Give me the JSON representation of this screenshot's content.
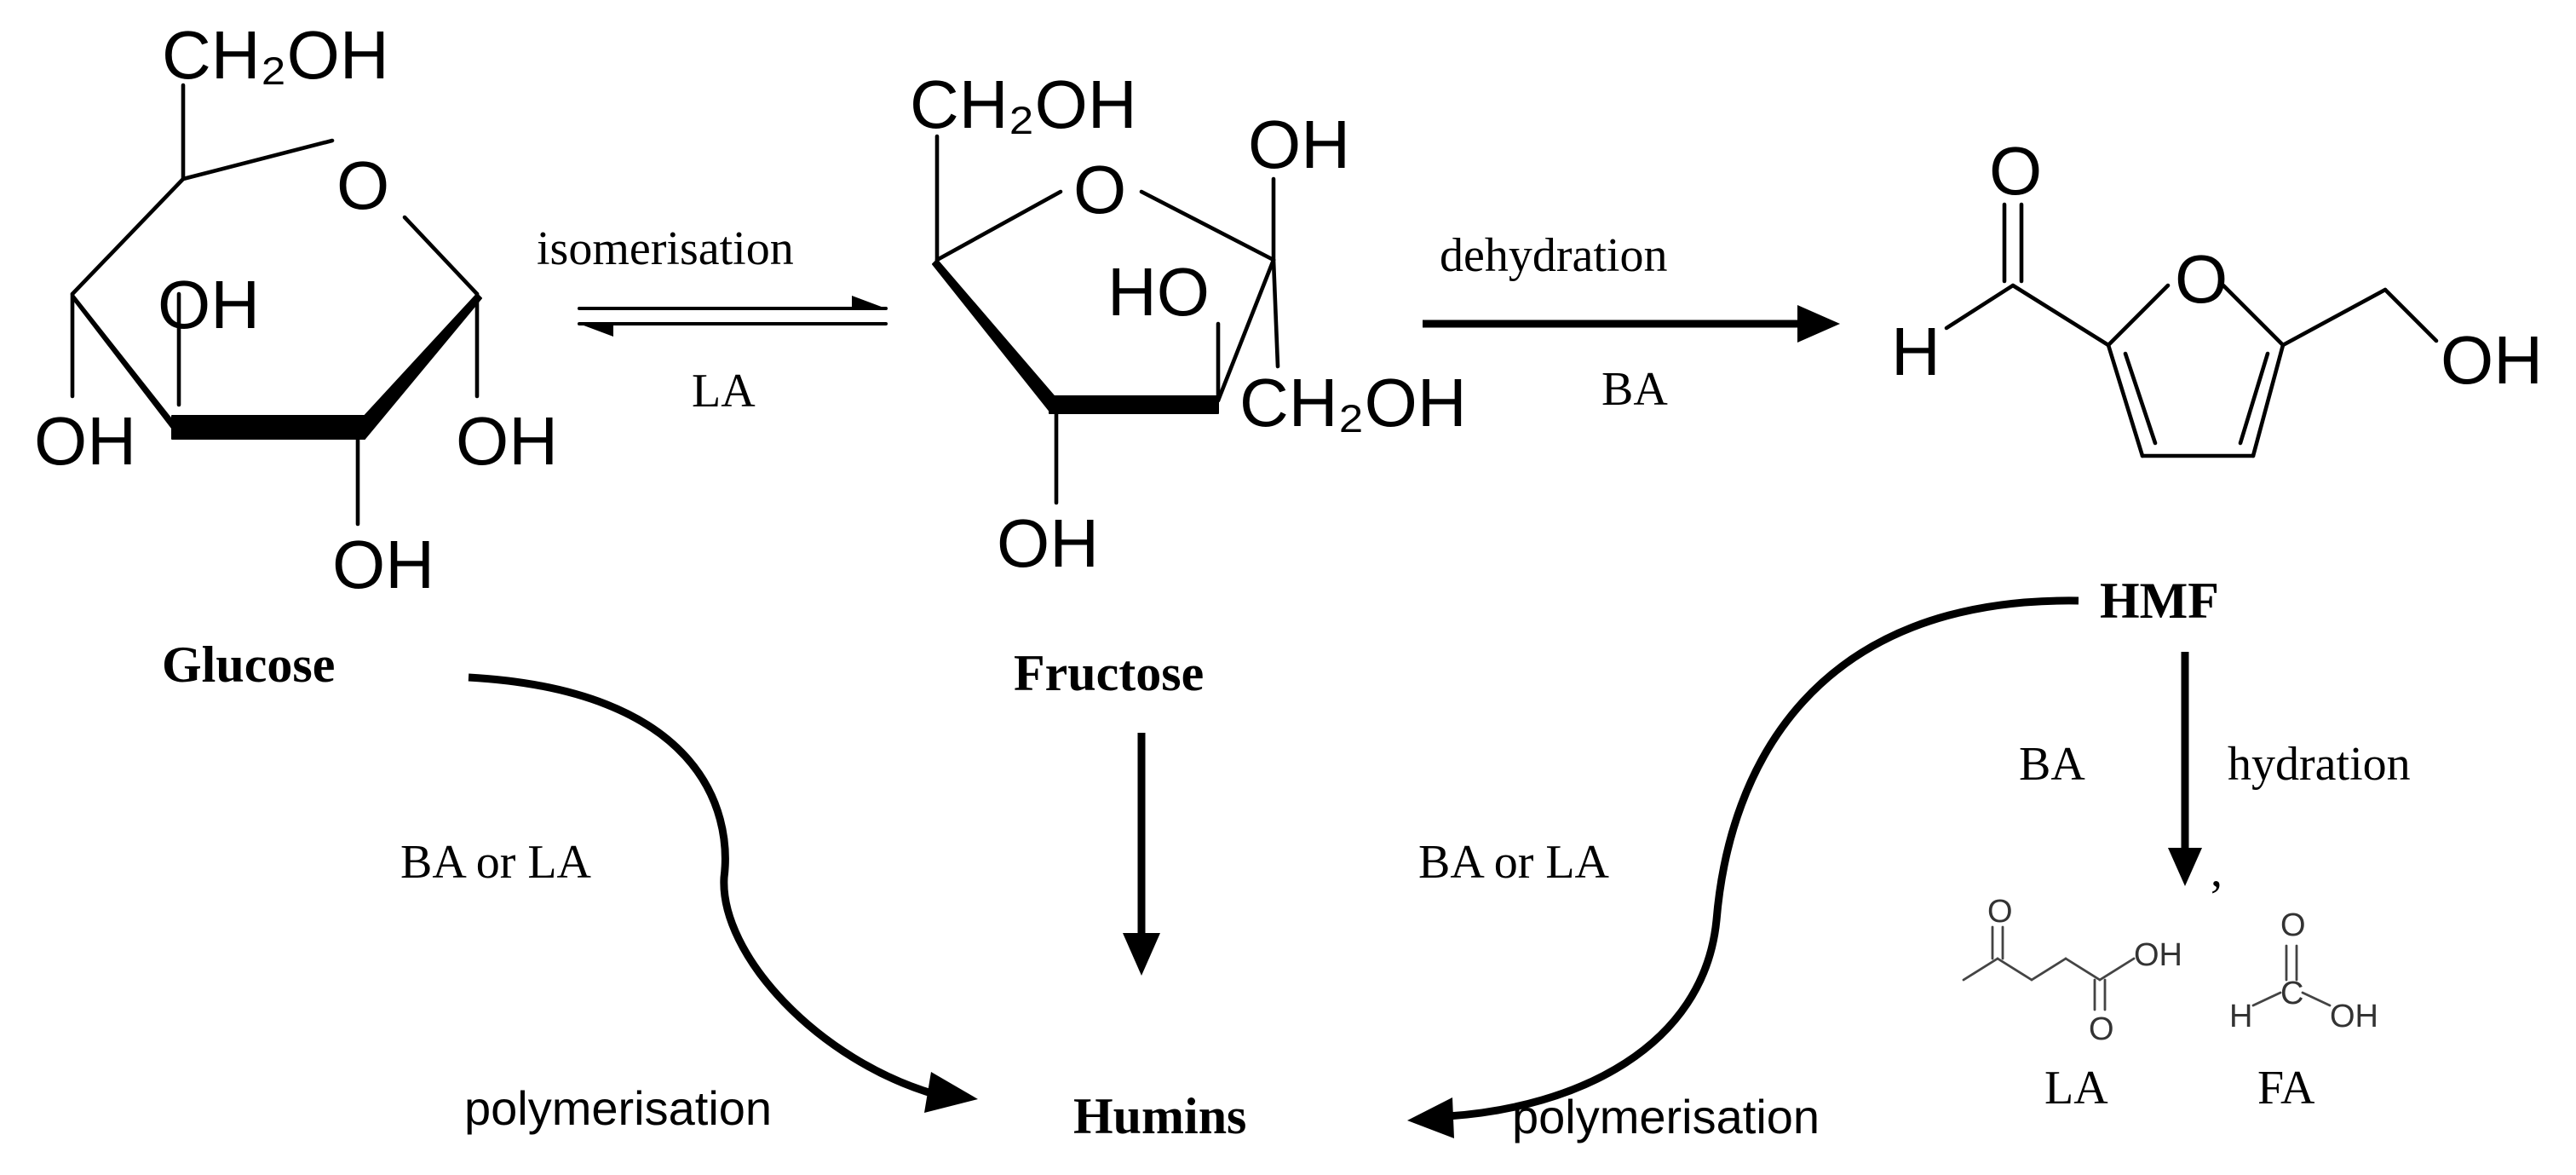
{
  "compounds": {
    "glucose": {
      "name": "Glucose",
      "ch2oh": "CH₂OH",
      "ring_o": "O",
      "oh": "OH"
    },
    "fructose": {
      "name": "Fructose",
      "ch2oh_top": "CH₂OH",
      "ch2oh_bottom": "CH₂OH",
      "ring_o": "O",
      "oh": "OH",
      "ho": "HO"
    },
    "hmf": {
      "name": "HMF",
      "carbonyl_o": "O",
      "h": "H",
      "ring_o": "O",
      "oh": "OH"
    },
    "la": {
      "name": "LA",
      "o": "O",
      "oh": "OH"
    },
    "fa": {
      "name": "FA",
      "o": "O",
      "h": "H",
      "c": "C",
      "oh": "OH"
    },
    "humins": {
      "name": "Humins"
    }
  },
  "reactions": {
    "isomerisation": {
      "label": "isomerisation",
      "catalyst": "LA"
    },
    "dehydration": {
      "label": "dehydration",
      "catalyst": "BA"
    },
    "hydration": {
      "label": "hydration",
      "catalyst": "BA"
    },
    "glucose_to_humins": {
      "catalyst": "BA or LA",
      "label": "polymerisation"
    },
    "hmf_to_humins": {
      "catalyst": "BA or LA",
      "label": "polymerisation"
    }
  },
  "marks": {
    "stray_comma": ","
  }
}
